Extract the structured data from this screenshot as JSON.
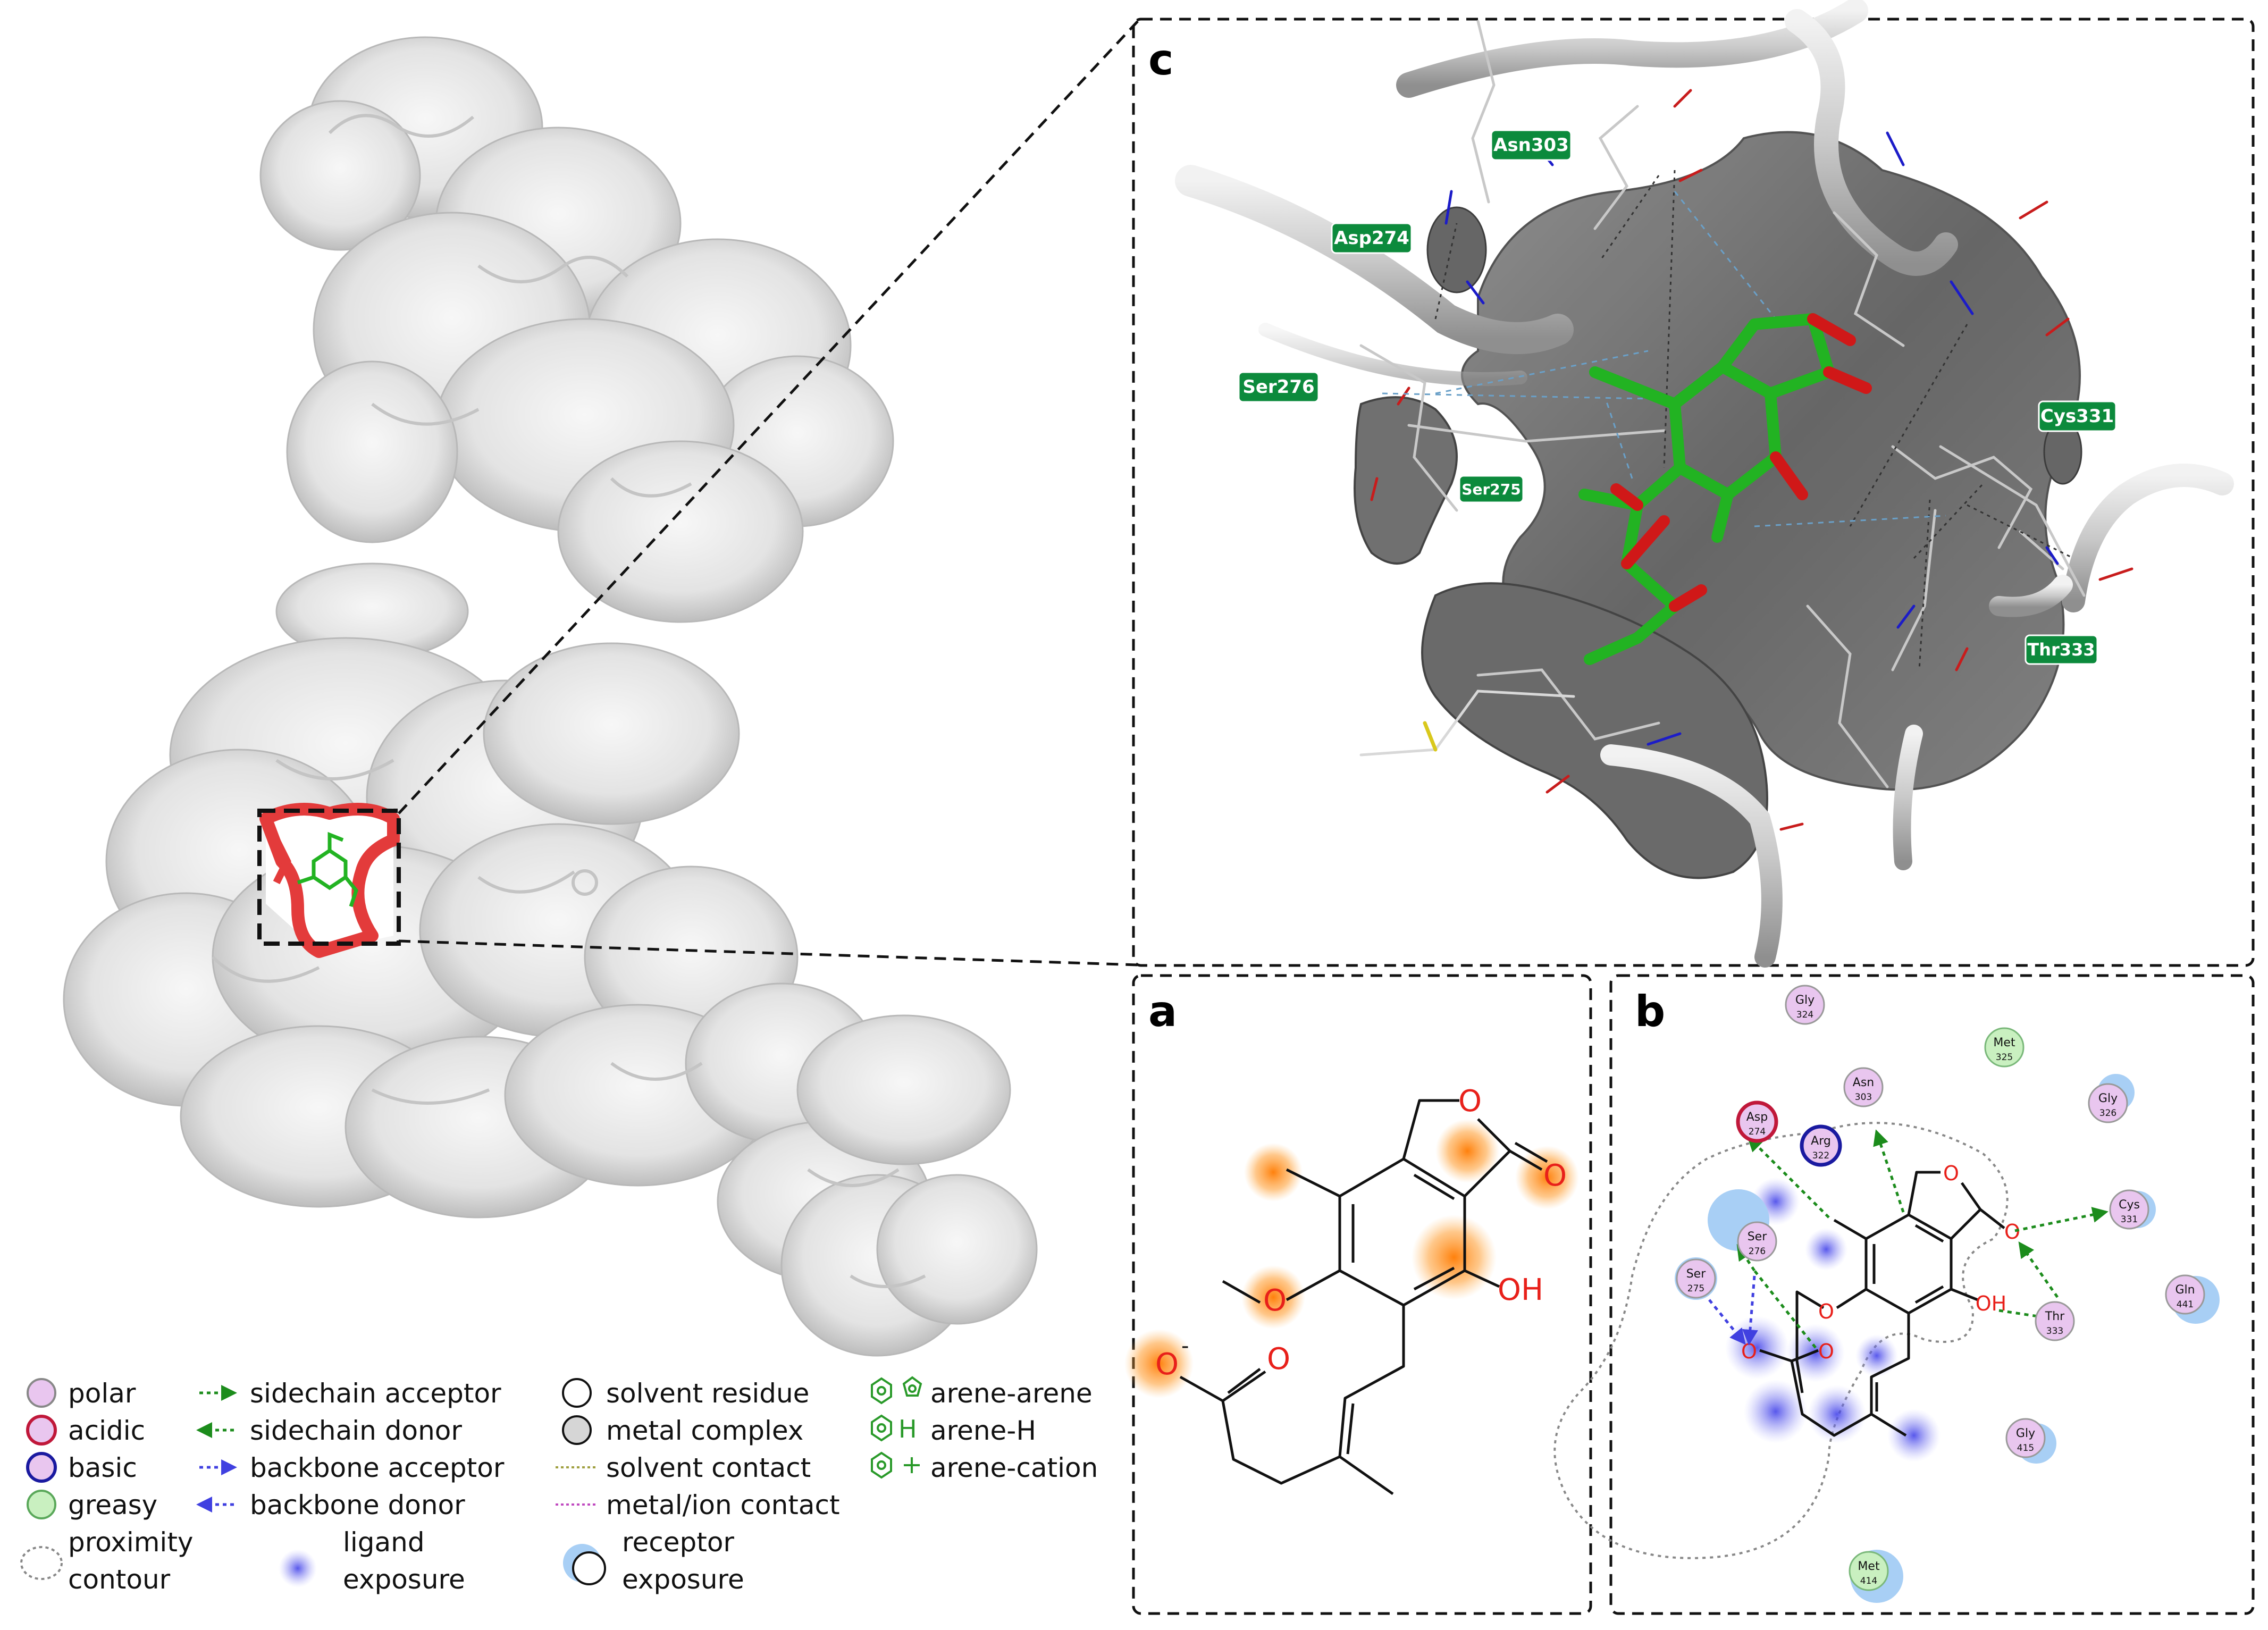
{
  "panels": {
    "c": {
      "label": "c"
    },
    "a": {
      "label": "a"
    },
    "b": {
      "label": "b"
    }
  },
  "residue_labels_3d": [
    "Asn303",
    "Asp274",
    "Ser276",
    "Ser275",
    "Cys331",
    "Thr333"
  ],
  "panel_a_atoms": {
    "o_ring": "O",
    "o_carbonyl": "O",
    "o_methoxy": "O",
    "oh": "OH",
    "o_minus": "O",
    "minus": "-",
    "o_acid": "O"
  },
  "panel_b_residues": [
    {
      "name": "Gly",
      "num": "324",
      "type": "polar"
    },
    {
      "name": "Met",
      "num": "325",
      "type": "greasy"
    },
    {
      "name": "Asn",
      "num": "303",
      "type": "polar"
    },
    {
      "name": "Asp",
      "num": "274",
      "type": "acidic"
    },
    {
      "name": "Arg",
      "num": "322",
      "type": "basic"
    },
    {
      "name": "Gly",
      "num": "326",
      "type": "polar"
    },
    {
      "name": "Ser",
      "num": "276",
      "type": "polar"
    },
    {
      "name": "Cys",
      "num": "331",
      "type": "polar"
    },
    {
      "name": "Ser",
      "num": "275",
      "type": "polar"
    },
    {
      "name": "Gln",
      "num": "441",
      "type": "polar"
    },
    {
      "name": "Thr",
      "num": "333",
      "type": "polar"
    },
    {
      "name": "Gly",
      "num": "415",
      "type": "polar"
    },
    {
      "name": "Met",
      "num": "414",
      "type": "greasy"
    }
  ],
  "panel_b_atoms": {
    "o_ring": "O",
    "o_carbonyl": "O",
    "o_methoxy": "O",
    "oh": "OH",
    "o_acid1": "O",
    "o_acid2": "O"
  },
  "legend": {
    "col1": [
      "polar",
      "acidic",
      "basic",
      "greasy"
    ],
    "proximity": [
      "proximity",
      "contour"
    ],
    "col2": [
      "sidechain acceptor",
      "sidechain donor",
      "backbone acceptor",
      "backbone donor"
    ],
    "ligand_exposure": [
      "ligand",
      "exposure"
    ],
    "col3": [
      "solvent residue",
      "metal complex",
      "solvent contact",
      "metal/ion contact"
    ],
    "receptor_exposure": [
      "receptor",
      "exposure"
    ],
    "col4": [
      "arene-arene",
      "arene-H",
      "arene-cation"
    ],
    "arene_h_glyph": "H"
  },
  "colors": {
    "polar": "#e9c6ef",
    "acidic": "#c0183a",
    "basic": "#1a1aa0",
    "greasy": "#c9f0c0",
    "ligand_green": "#22b322",
    "label_green": "#0c8a3c",
    "highlight_orange": "#ff8a00",
    "acceptor_green": "#1c8c1c",
    "backbone_blue": "#4040e0"
  }
}
